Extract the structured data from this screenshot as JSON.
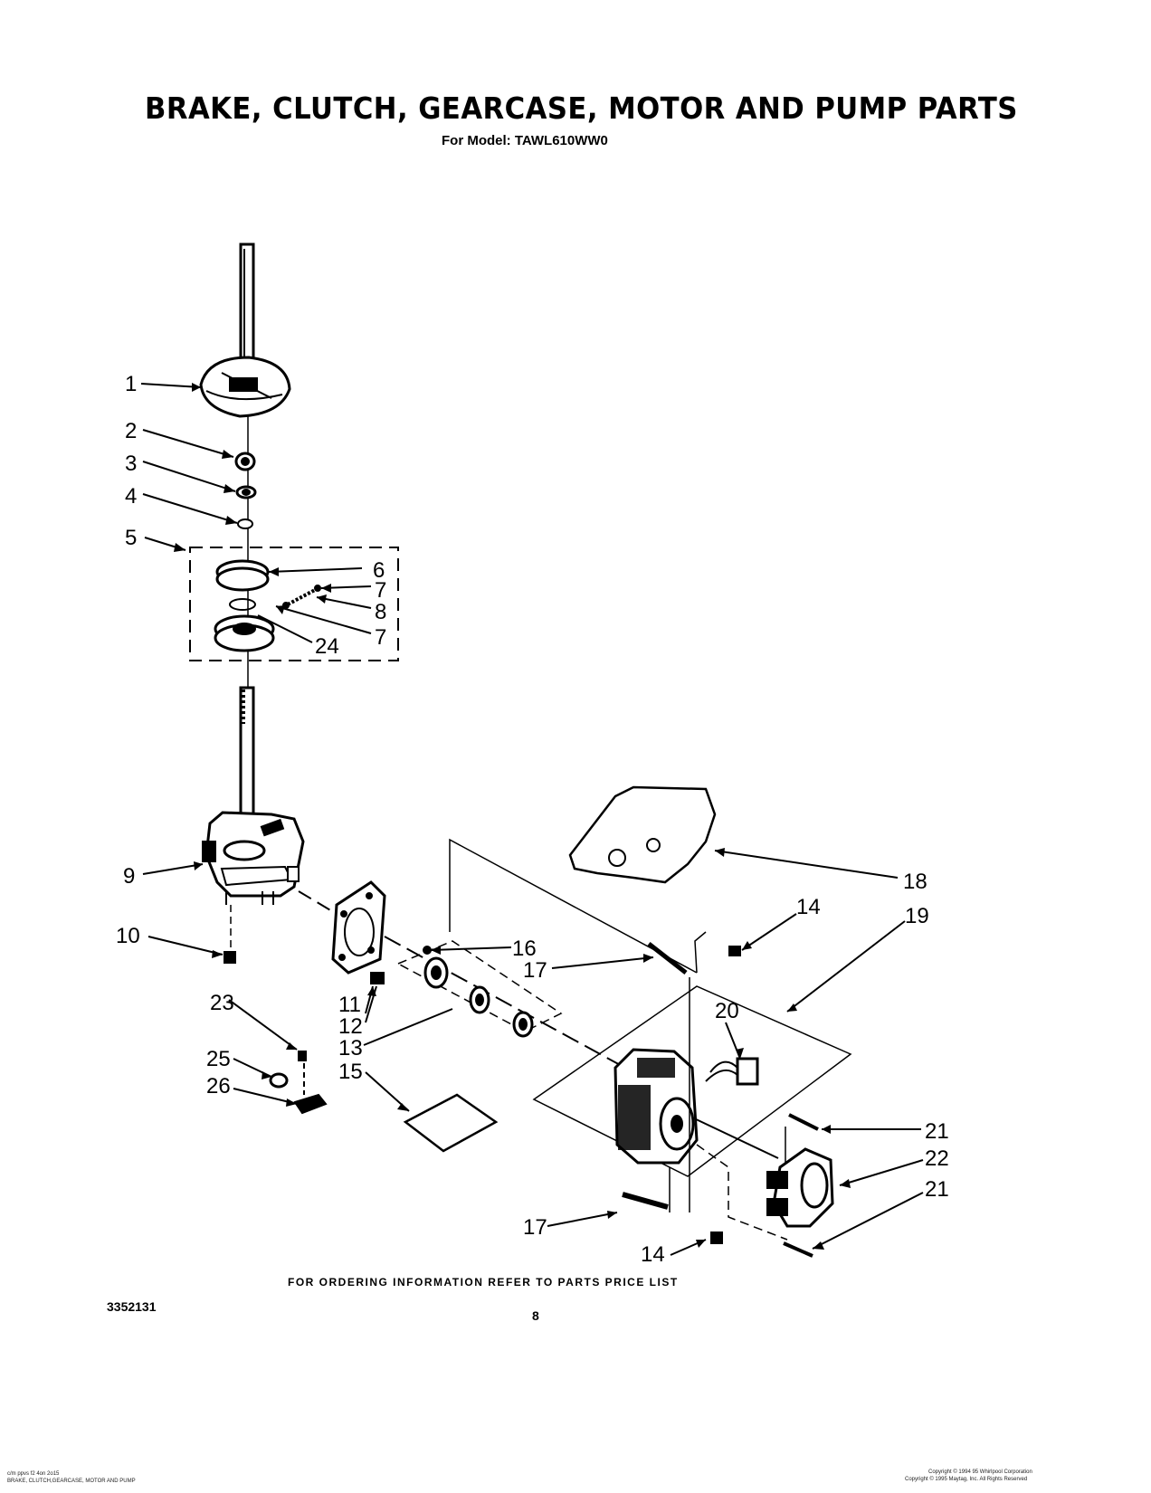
{
  "title": "BRAKE, CLUTCH, GEARCASE, MOTOR AND PUMP PARTS",
  "subtitle": "For Model: TAWL610WW0",
  "footer_note": "FOR ORDERING INFORMATION REFER TO PARTS PRICE LIST",
  "doc_number": "3352131",
  "page_number": "8",
  "fine_print": {
    "left_line1": "c/m ppvs f2 4on 2o15",
    "left_line2": "BRAKE, CLUTCH,GEARCASE, MOTOR AND PUMP",
    "right_line1": "Copyright © 1994 95 Whirlpool Corporation",
    "right_line2": "Copyright © 1995 Maytag, Inc. All Rights Reserved"
  },
  "callouts": {
    "c1": "1",
    "c2": "2",
    "c3": "3",
    "c4": "4",
    "c5": "5",
    "c6": "6",
    "c7a": "7",
    "c8": "8",
    "c7b": "7",
    "c24": "24",
    "c9": "9",
    "c10": "10",
    "c11": "11",
    "c12": "12",
    "c13": "13",
    "c15": "15",
    "c16": "16",
    "c17a": "17",
    "c18": "18",
    "c14a": "14",
    "c19": "19",
    "c20": "20",
    "c21a": "21",
    "c22": "22",
    "c21b": "21",
    "c23": "23",
    "c25": "25",
    "c26": "26",
    "c17b": "17",
    "c14b": "14"
  }
}
